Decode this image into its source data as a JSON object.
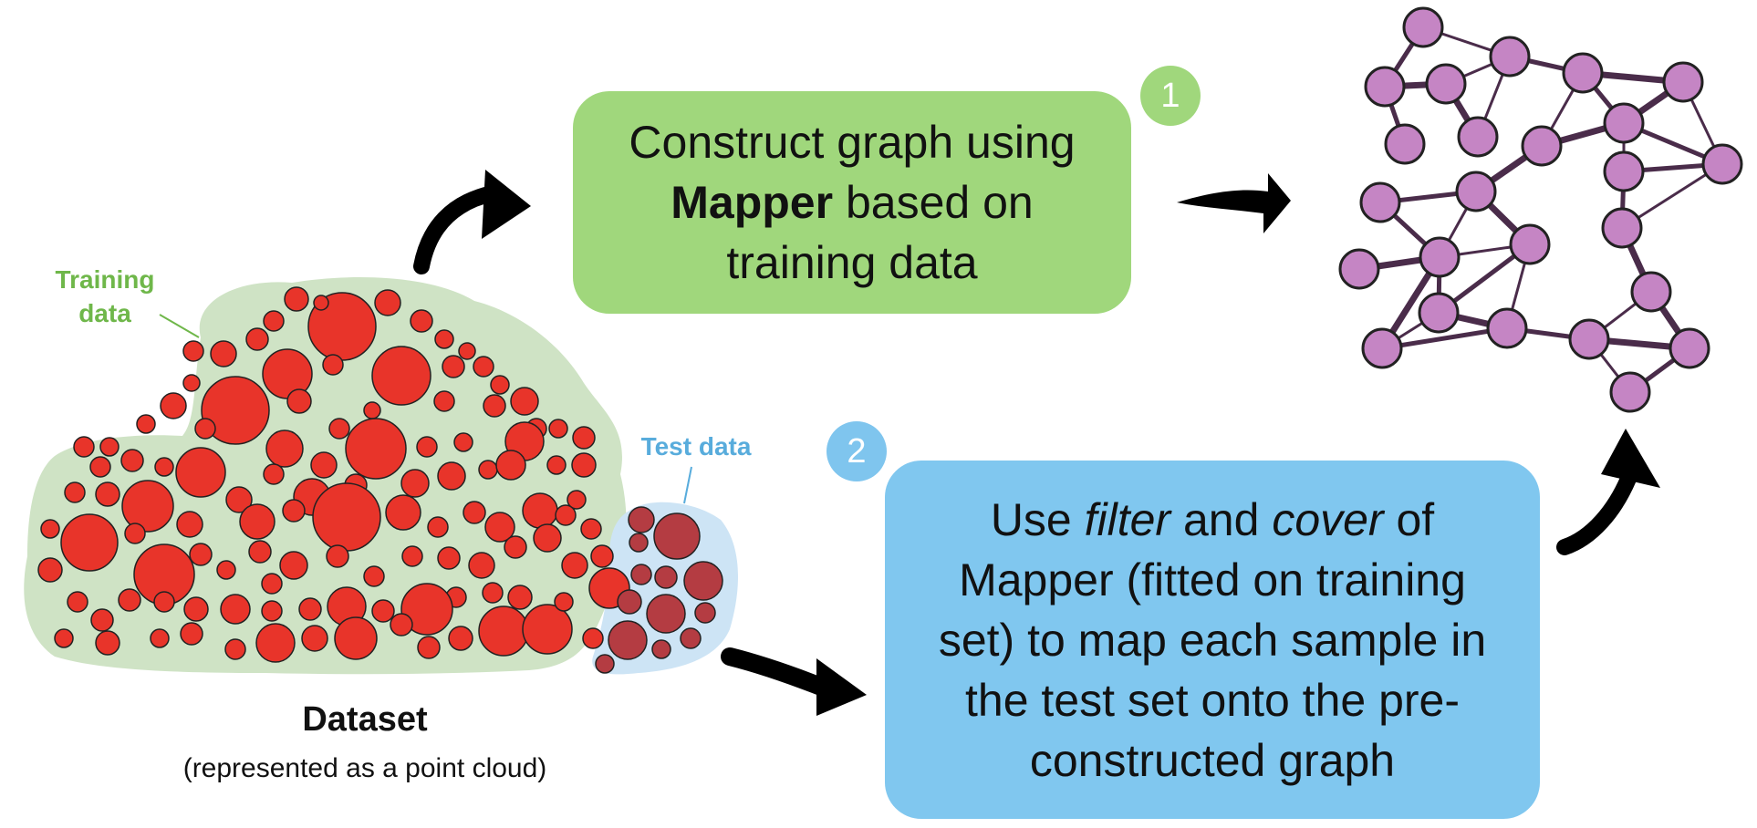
{
  "colors": {
    "training_region": "#cfe3c5",
    "test_region": "#cde4f5",
    "training_point": "#e8342a",
    "test_point": "#b43c42",
    "box1": "#a0d77c",
    "box2": "#80c7ef",
    "graph_node": "#c585c4",
    "graph_edge": "#4a2c4a",
    "arrow": "#000000"
  },
  "labels": {
    "training": [
      "Training",
      "data"
    ],
    "test": "Test data",
    "dataset_title": "Dataset",
    "dataset_subtitle": "(represented as a point cloud)"
  },
  "step1": {
    "badge": "1",
    "line1": "Construct graph using",
    "line2_bold": "Mapper",
    "line2_rest": " based on",
    "line3": "training data"
  },
  "step2": {
    "badge": "2",
    "line1_a": "Use ",
    "line1_filter": "filter",
    "line1_b": " and ",
    "line1_cover": "cover",
    "line1_c": " of",
    "line2": "Mapper (fitted on training",
    "line3": "set) to map each sample in",
    "line4": "the test set onto the pre-",
    "line5": "constructed graph"
  },
  "icons": [
    "curved-arrow-icon",
    "straight-arrow-icon",
    "graph-icon",
    "point-cloud-icon"
  ]
}
